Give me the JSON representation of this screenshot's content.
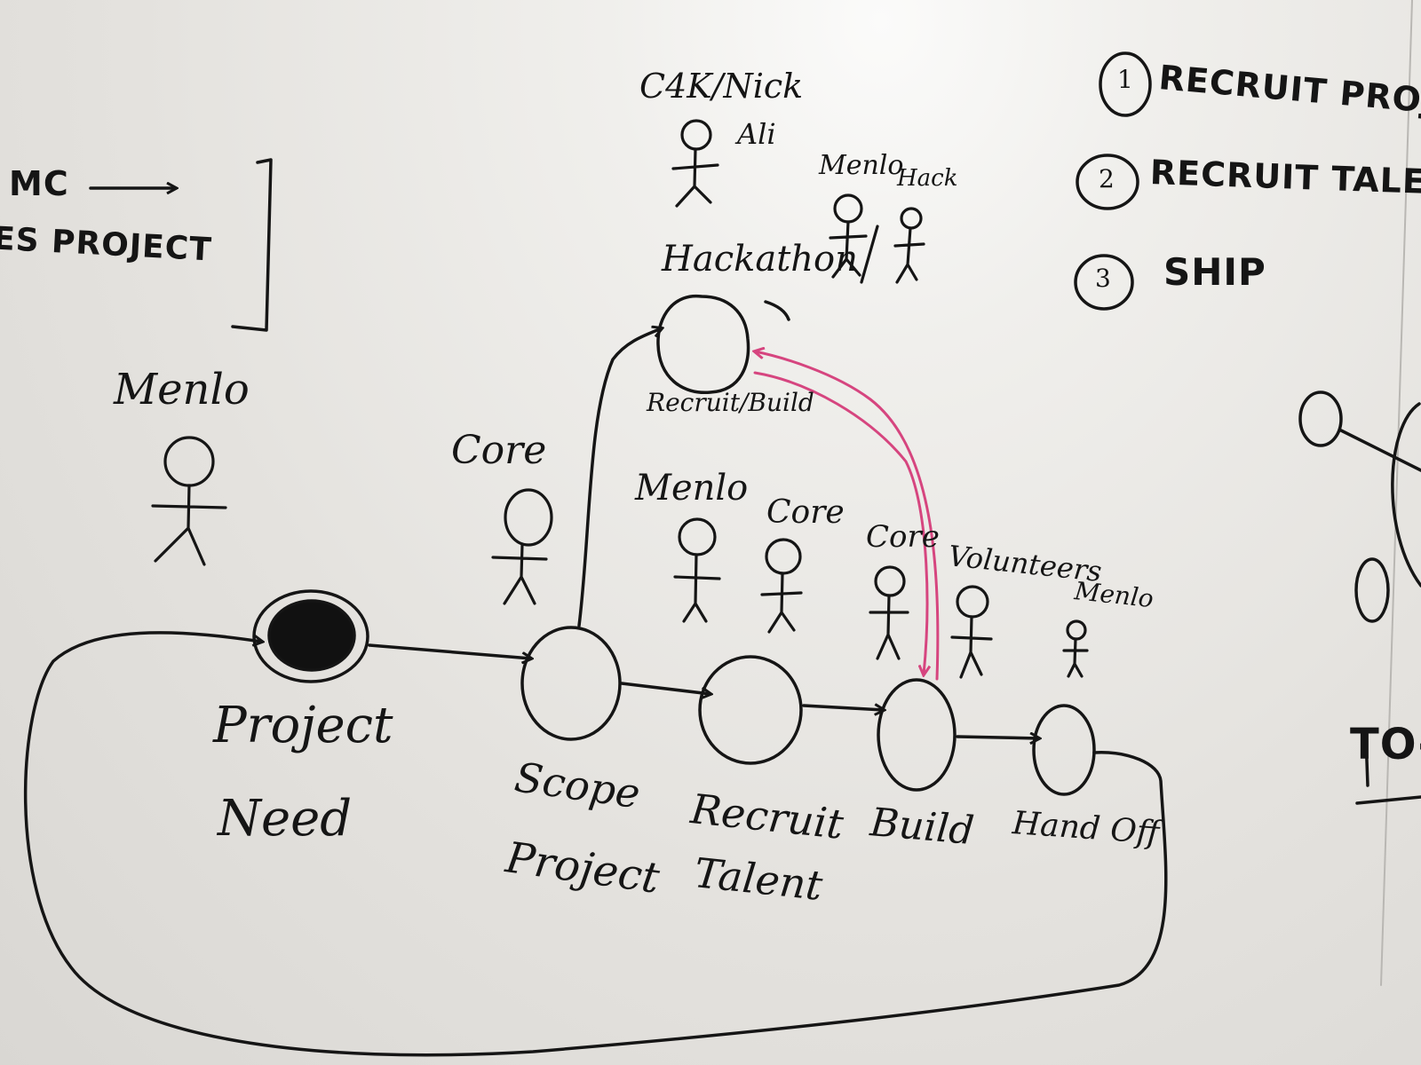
{
  "colors": {
    "ink": "#151515",
    "marker_pink": "#d6457f",
    "board": "#ecebe8"
  },
  "top_left": {
    "mc": "MC",
    "project": "ES PROJECT"
  },
  "steps_list": [
    {
      "num": "1",
      "text": "RECRUIT PROJECTS"
    },
    {
      "num": "2",
      "text": "RECRUIT TALENT"
    },
    {
      "num": "3",
      "text": "SHIP"
    }
  ],
  "people": {
    "c4k": "C4K/Nick",
    "ali": "Ali",
    "menlo_top": "Menlo",
    "hack": "Hack",
    "menlo_left": "Menlo",
    "core_scope": "Core",
    "menlo_mid": "Menlo",
    "core_mid": "Core",
    "core_build": "Core",
    "volunteers": "Volunteers",
    "menlo_right": "Menlo"
  },
  "nodes": {
    "hackathon": "Hackathon",
    "recruit_build": "Recruit/Build",
    "project_need_1": "Project",
    "project_need_2": "Need",
    "scope_1": "Scope",
    "scope_2": "Project",
    "recruit_1": "Recruit",
    "recruit_2": "Talent",
    "build": "Build",
    "handoff": "Hand Off"
  },
  "right_edge": {
    "todo": "TO-"
  }
}
